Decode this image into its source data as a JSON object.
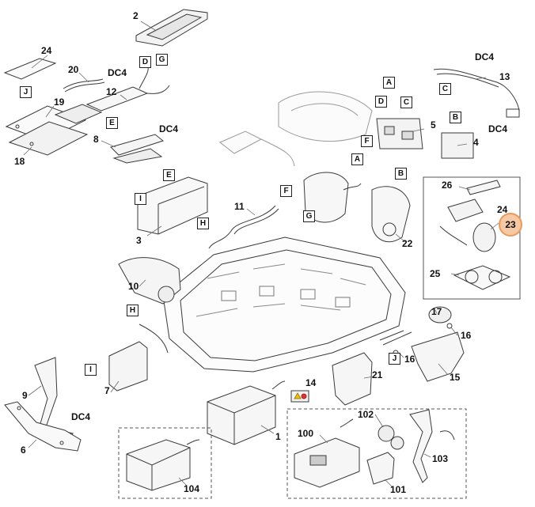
{
  "diagram": {
    "part_numbers": {
      "p1": "1",
      "p2": "2",
      "p3": "3",
      "p4": "4",
      "p5": "5",
      "p6": "6",
      "p7": "7",
      "p8": "8",
      "p9": "9",
      "p10": "10",
      "p11": "11",
      "p12": "12",
      "p13": "13",
      "p14": "14",
      "p15": "15",
      "p16a": "16",
      "p16b": "16",
      "p17": "17",
      "p18": "18",
      "p19": "19",
      "p20": "20",
      "p21": "21",
      "p22": "22",
      "p23": "23",
      "p24a": "24",
      "p24b": "24",
      "p25": "25",
      "p26": "26",
      "p100": "100",
      "p101": "101",
      "p102": "102",
      "p103": "103",
      "p104": "104"
    },
    "connector_letters": {
      "d1": "D",
      "g1": "G",
      "j1": "J",
      "e1": "E",
      "a1": "A",
      "d2": "D",
      "c1": "C",
      "f1": "F",
      "a2": "A",
      "b1": "B",
      "c2": "C",
      "b2": "B",
      "e2": "E",
      "i1": "I",
      "h1": "H",
      "f2": "F",
      "g2": "G",
      "h2": "H",
      "i2": "I",
      "j2": "J"
    },
    "connector_names": {
      "dc4_a": "DC4",
      "dc4_b": "DC4",
      "dc4_c": "DC4",
      "dc4_d": "DC4",
      "dc4_e": "DC4"
    },
    "highlighted_part": "23",
    "colors": {
      "line": "#3a3a3a",
      "light_line": "#9a9a9a",
      "highlight_fill": "#f6c8a3",
      "highlight_stroke": "#e79a5d"
    }
  }
}
